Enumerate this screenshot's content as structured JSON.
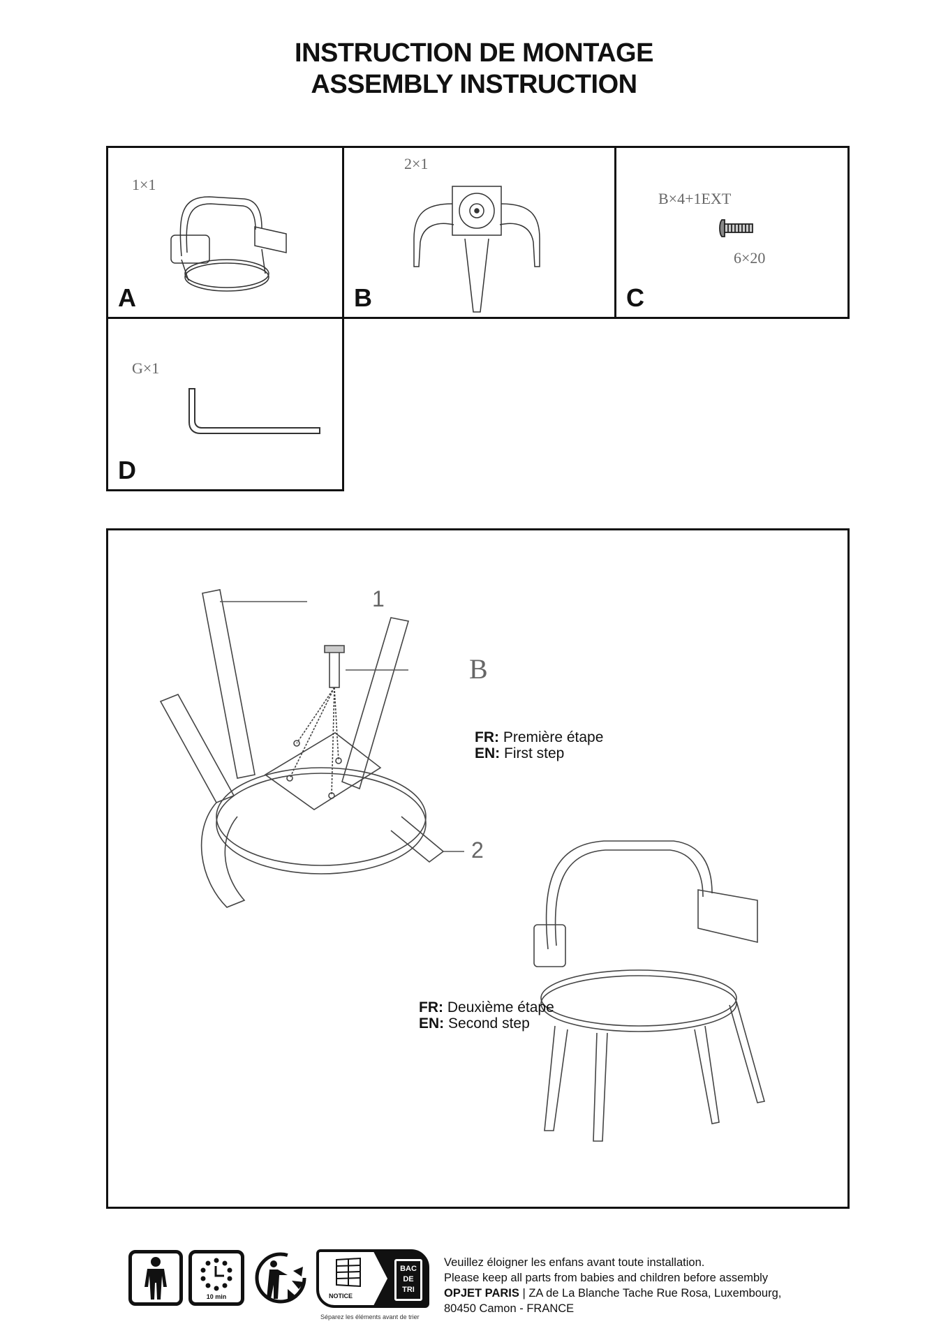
{
  "header": {
    "title_fr": "INSTRUCTION DE MONTAGE",
    "title_en": "ASSEMBLY INSTRUCTION"
  },
  "parts": [
    {
      "letter": "A",
      "quantity": "1×1",
      "icon": "chair-seat-icon"
    },
    {
      "letter": "B",
      "quantity": "2×1",
      "icon": "swivel-base-legs-icon"
    },
    {
      "letter": "C",
      "quantity": "B×4+1EXT",
      "size": "6×20",
      "icon": "screw-icon"
    },
    {
      "letter": "D",
      "quantity": "G×1",
      "icon": "allen-key-icon"
    }
  ],
  "steps": {
    "step1": {
      "fr_label": "FR:",
      "fr_text": "Première étape",
      "en_label": "EN:",
      "en_text": "First step"
    },
    "step2": {
      "fr_label": "FR:",
      "fr_text": "Deuxième étape",
      "en_label": "EN:",
      "en_text": "Second step"
    },
    "callouts": {
      "c1": "1",
      "c2": "2",
      "cB": "B"
    }
  },
  "footer": {
    "icons": {
      "persons": "person-icon",
      "time_label": "10 min",
      "recycle": "triman-recycle-icon",
      "notice_label": "NOTICE",
      "bin_label_1": "BAC",
      "bin_label_2": "DE",
      "bin_label_3": "TRI",
      "sort_caption": "Séparez les éléments avant de trier"
    },
    "warning_fr": "Veuillez éloigner les enfans avant toute installation.",
    "warning_en": "Please keep all parts from babies and children before assembly",
    "company": "OPJET PARIS",
    "address_1": " | ZA de La Blanche Tache Rue Rosa, Luxembourg,",
    "address_2": "80450 Camon - FRANCE"
  }
}
